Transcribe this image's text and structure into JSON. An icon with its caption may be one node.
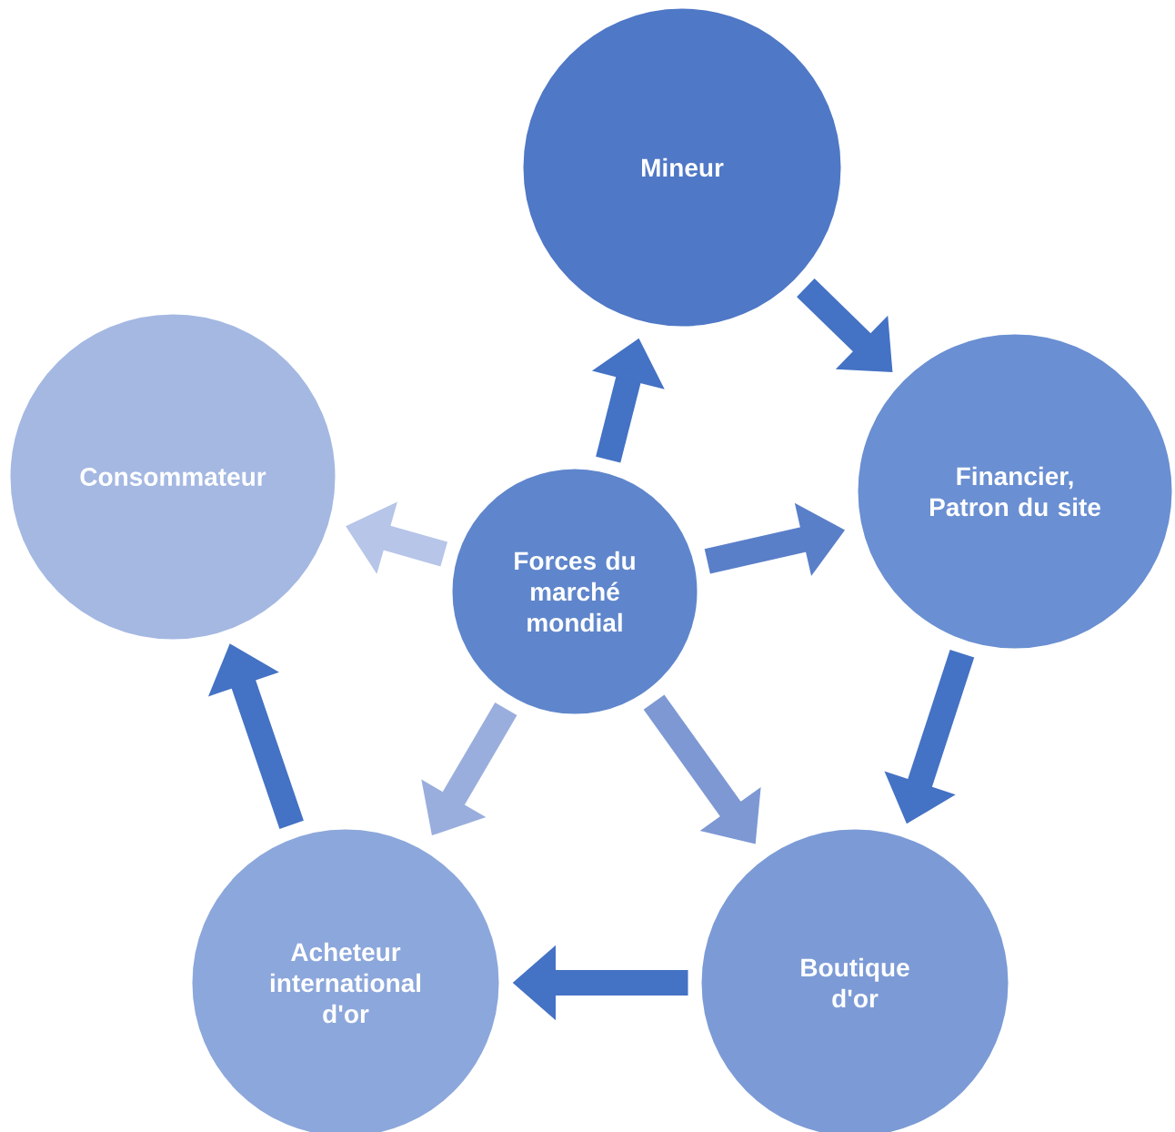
{
  "diagram": {
    "nodes": [
      {
        "text": [
          "Forces du marché mondial"
        ]
      },
      {
        "text": [
          "Mineur"
        ]
      },
      {
        "text": [
          "Financier, Patron du site"
        ]
      },
      {
        "text": [
          "Boutique d'or"
        ]
      },
      {
        "text": [
          "Acheteur international d'or"
        ]
      },
      {
        "text": [
          "Consommateur"
        ]
      }
    ],
    "edges": [
      {
        "from": 0,
        "to": 1,
        "arrow": "to"
      },
      {
        "from": 0,
        "to": 2,
        "arrow": "to",
        "color": "#5a7fc9"
      },
      {
        "from": 0,
        "to": 3,
        "arrow": "to",
        "color": "#7d98d3"
      },
      {
        "from": 0,
        "to": 4,
        "arrow": "to",
        "color": "#9aaedd"
      },
      {
        "from": 0,
        "to": 5,
        "arrow": "to",
        "color": "#b6c5e8"
      },
      {
        "from": 1,
        "to": 2,
        "arrow": "to"
      },
      {
        "from": 2,
        "to": 3,
        "arrow": "to"
      },
      {
        "from": 3,
        "to": 4,
        "arrow": "to"
      },
      {
        "from": 4,
        "to": 5,
        "arrow": "to"
      }
    ]
  }
}
